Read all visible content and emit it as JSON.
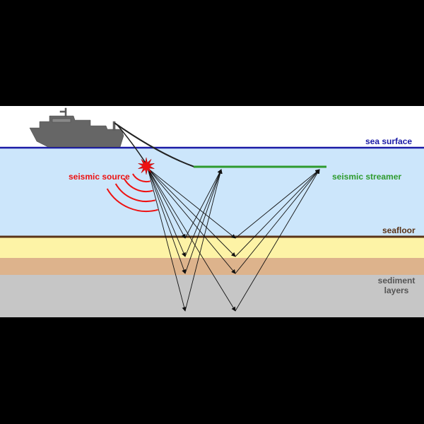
{
  "labels": {
    "sea_surface": "sea surface",
    "seismic_source": "seismic source",
    "seismic_streamer": "seismic streamer",
    "seafloor": "seafloor",
    "sediment_line1": "sediment",
    "sediment_line2": "layers"
  },
  "colors": {
    "frame": "#000000",
    "sky": "#ffffff",
    "water": "#cce6fb",
    "sea_surface_line": "#1a1aa6",
    "sea_surface_label": "#1a1aa6",
    "seafloor_line": "#5a3418",
    "seafloor_label": "#5a3418",
    "sediment_1": "#fdf3a6",
    "sediment_2": "#ddb38c",
    "sediment_3": "#c6c6c6",
    "sediment_label": "#555555",
    "source": "#ee1111",
    "streamer": "#2e9b2e",
    "ship": "#666666",
    "rays": "#111111"
  }
}
